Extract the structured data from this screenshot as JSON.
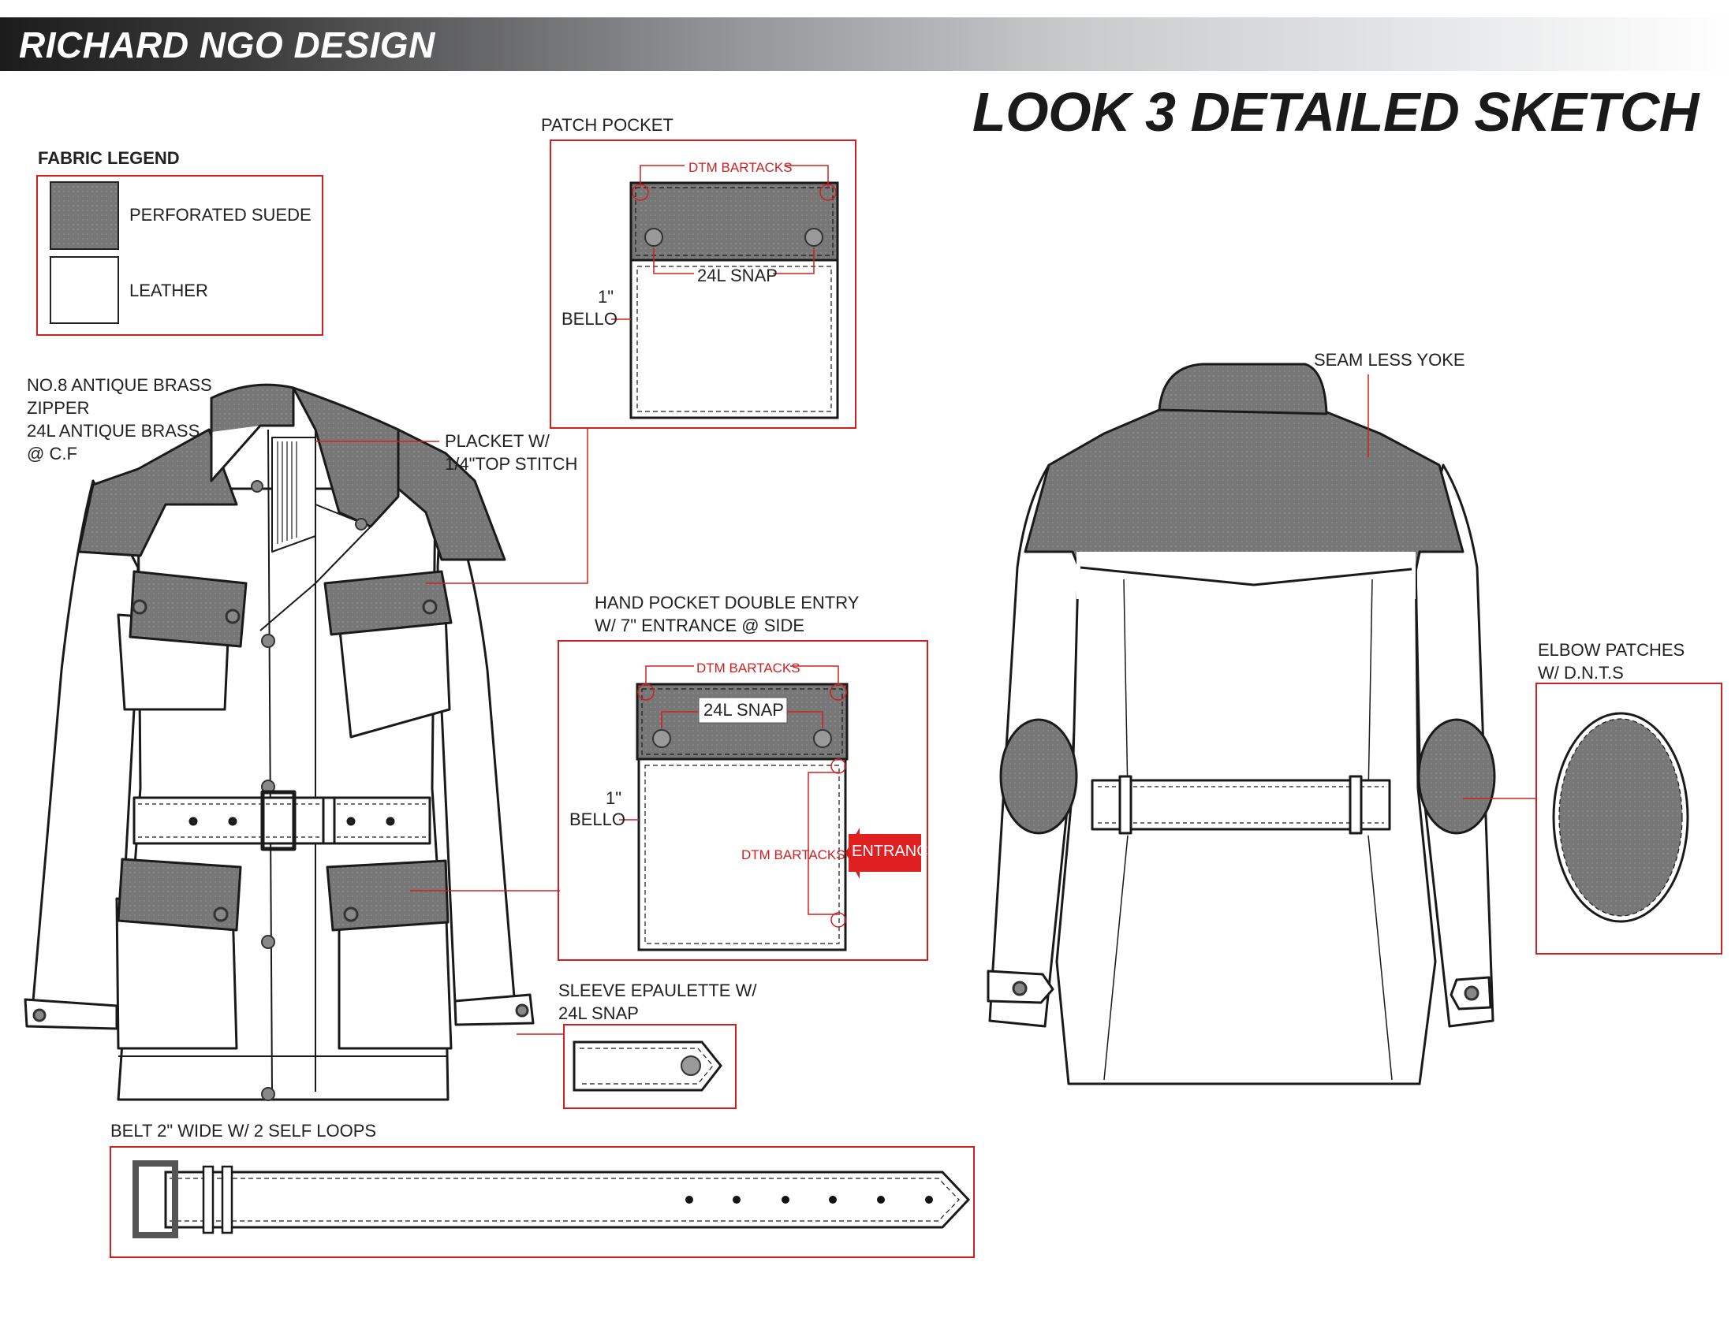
{
  "header": {
    "brand": "RICHARD NGO DESIGN",
    "page_title": "LOOK 3 DETAILED SKETCH"
  },
  "fabric_legend": {
    "title": "FABRIC LEGEND",
    "items": [
      {
        "name": "PERFORATED SUEDE",
        "color": "#777777"
      },
      {
        "name": "LEATHER",
        "color": "#ffffff"
      }
    ]
  },
  "callouts": {
    "zipper": [
      "NO.8 ANTIQUE BRASS",
      "ZIPPER",
      "24L ANTIQUE BRASS",
      "@ C.F"
    ],
    "placket": [
      "PLACKET W/",
      "1/4\"TOP STITCH"
    ],
    "patch_pocket": "PATCH POCKET",
    "dtm_bartacks": "DTM BARTACKS",
    "snap_24l": "24L SNAP",
    "bello_size": "1\"",
    "bello": "BELLO",
    "hand_pocket": [
      "HAND POCKET DOUBLE ENTRY",
      "W/ 7\" ENTRANCE @ SIDE"
    ],
    "entrance": "ENTRANCE",
    "sleeve_epaulette": [
      "SLEEVE EPAULETTE W/",
      "24L SNAP"
    ],
    "belt": "BELT 2\" WIDE W/ 2 SELF LOOPS",
    "seamless_yoke": "SEAM LESS YOKE",
    "elbow_patches": [
      "ELBOW PATCHES",
      "W/ D.N.T.S"
    ]
  },
  "colors": {
    "accent_red": "#d02020",
    "suede": "#777777",
    "outline": "#1a1a1a",
    "header_dark": "#1c1c1c"
  }
}
